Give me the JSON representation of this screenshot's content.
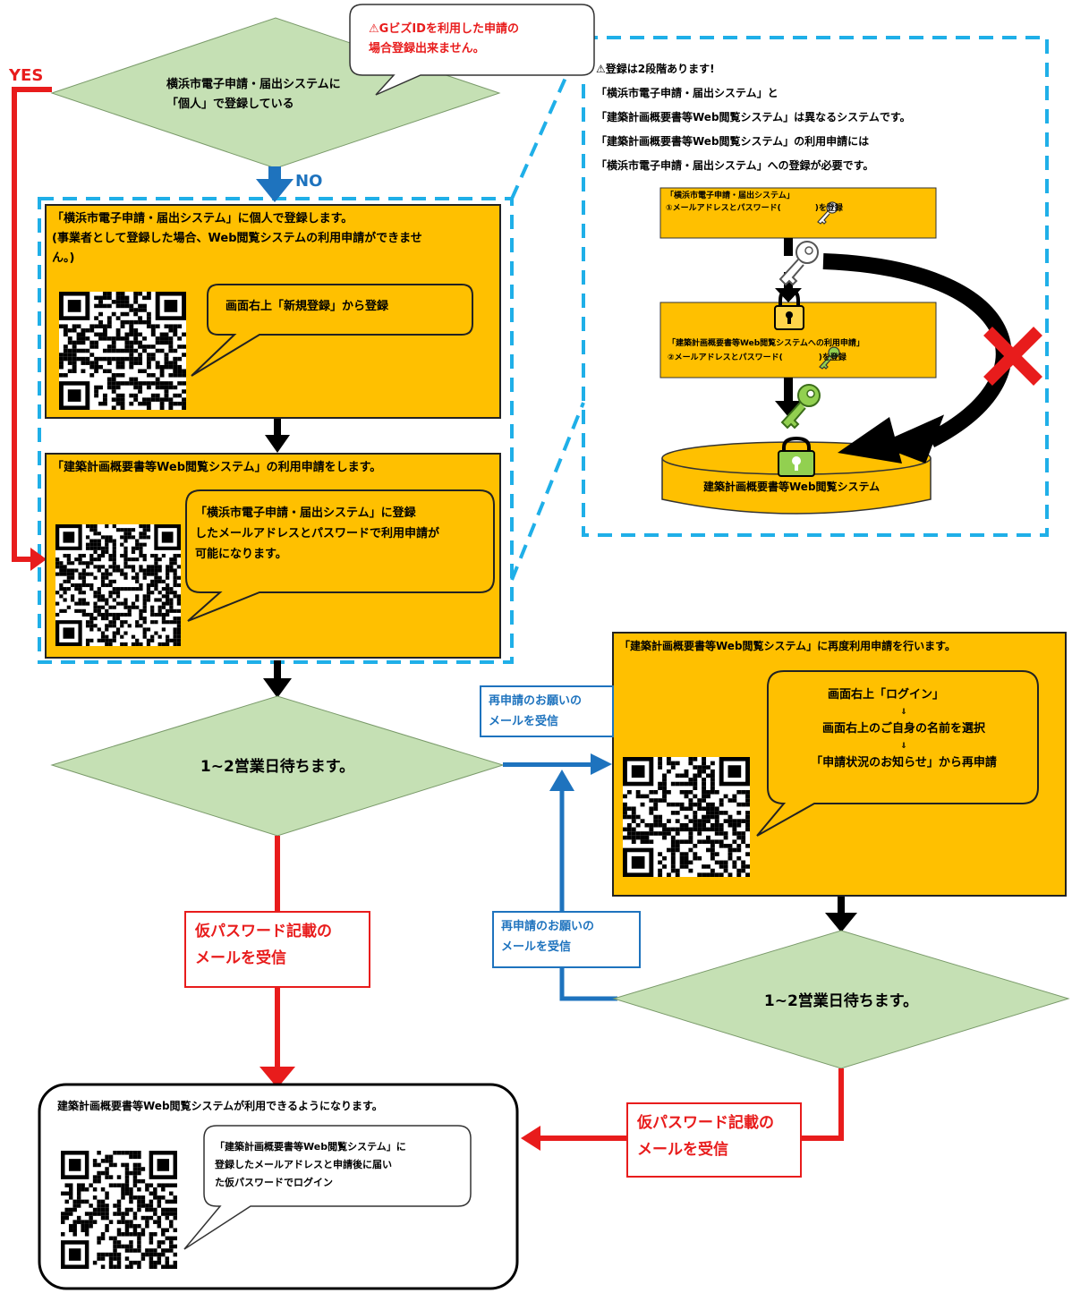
{
  "labels": {
    "yes": "YES",
    "no": "NO"
  },
  "top_diamond": {
    "line1": "横浜市電子申請・届出システムに",
    "line2": "「個人」で登録している"
  },
  "gbiz_callout": {
    "line1": "⚠GビズIDを利用した申請の",
    "line2": "場合登録出来ません。"
  },
  "info_panel": {
    "line1": "⚠登録は2段階あります!",
    "line2": "「横浜市電子申請・届出システム」と",
    "line3": "「建築計画概要書等Web閲覧システム」は異なるシステムです。",
    "line4": "「建築計画概要書等Web閲覧システム」の利用申請には",
    "line5": "「横浜市電子申請・届出システム」への登録が必要です。",
    "step1_title": "「横浜市電子申請・届出システム」",
    "step1_desc_a": "①メールアドレスとパスワード(",
    "step1_desc_b": ")を登録",
    "step2_title": "「建築計画概要書等Web閲覧システムへの利用申請」",
    "step2_desc_a": "②メールアドレスとパスワード(",
    "step2_desc_b": ")を登録",
    "database": "建築計画概要書等Web閲覧システム"
  },
  "box_register": {
    "line1": "「横浜市電子申請・届出システム」に個人で登録します。",
    "line2": "(事業者として登録した場合、Web閲覧システムの利用申請ができませ",
    "line3": "ん。)",
    "bubble": "画面右上「新規登録」から登録"
  },
  "box_apply": {
    "title": "「建築計画概要書等Web閲覧システム」の利用申請をします。",
    "bubble1": "「横浜市電子申請・届出システム」に登録",
    "bubble2": "したメールアドレスとパスワードで利用申請が",
    "bubble3": "可能になります。"
  },
  "wait_left": "1~2営業日待ちます。",
  "wait_right": "1~2営業日待ちます。",
  "temp_pw_left": {
    "line1": "仮パスワード記載の",
    "line2": "メールを受信"
  },
  "temp_pw_right": {
    "line1": "仮パスワード記載の",
    "line2": "メールを受信"
  },
  "reapply_top": {
    "line1": "再申請のお願いの",
    "line2": "メールを受信"
  },
  "reapply_bottom": {
    "line1": "再申請のお願いの",
    "line2": "メールを受信"
  },
  "box_reapply": {
    "title": "「建築計画概要書等Web閲覧システム」に再度利用申請を行います。",
    "step1": "画面右上「ログイン」",
    "arrow1": "⇓",
    "step2": "画面右上のご自身の名前を選択",
    "arrow2": "⇓",
    "step3": "「申請状況のお知らせ」から再申請"
  },
  "box_final": {
    "title": "建築計画概要書等Web閲覧システムが利用できるようになります。",
    "bubble1": "「建築計画概要書等Web閲覧システム」に",
    "bubble2": "登録したメールアドレスと申請後に届い",
    "bubble3": "た仮パスワードでログイン"
  },
  "colors": {
    "orange": "#FFC000",
    "green_diamond": "#C5E0B4",
    "red": "#E81C1C",
    "blue": "#1E73BE",
    "dashed": "#1FAFE8"
  }
}
